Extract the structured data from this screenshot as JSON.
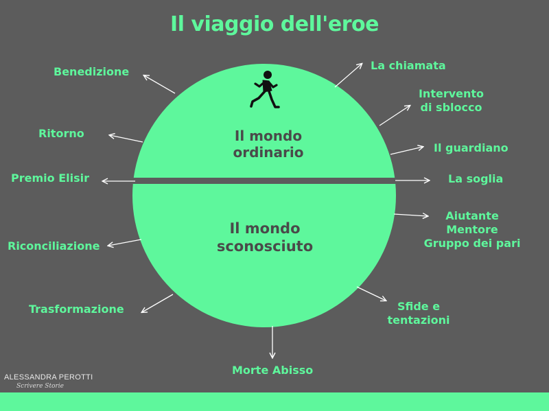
{
  "title": "Il viaggio dell'eroe",
  "upper_half": {
    "line1": "Il mondo",
    "line2": "ordinario"
  },
  "lower_half": {
    "line1": "Il mondo",
    "line2": "sconosciuto"
  },
  "stages": {
    "benedizione": "Benedizione",
    "ritorno": "Ritorno",
    "premio_elisir": "Premio Elisir",
    "riconciliazione": "Riconciliazione",
    "trasformazione": "Trasformazione",
    "morte_abisso": "Morte Abisso",
    "la_chiamata": "La chiamata",
    "intervento": [
      "Intervento",
      "di sblocco"
    ],
    "il_guardiano": "Il guardiano",
    "la_soglia": "La soglia",
    "aiutanti": [
      "Aiutante",
      "Mentore",
      "Gruppo dei pari"
    ],
    "sfide": [
      "Sfide e",
      "tentazioni"
    ]
  },
  "author": "ALESSANDRA PEROTTI",
  "signature": "Scrivere Storie",
  "colors": {
    "background": "#5c5c5c",
    "accent": "#5ef79c",
    "text_dark": "#4a4a4a"
  },
  "icons": {
    "hero": "running-person-icon"
  }
}
